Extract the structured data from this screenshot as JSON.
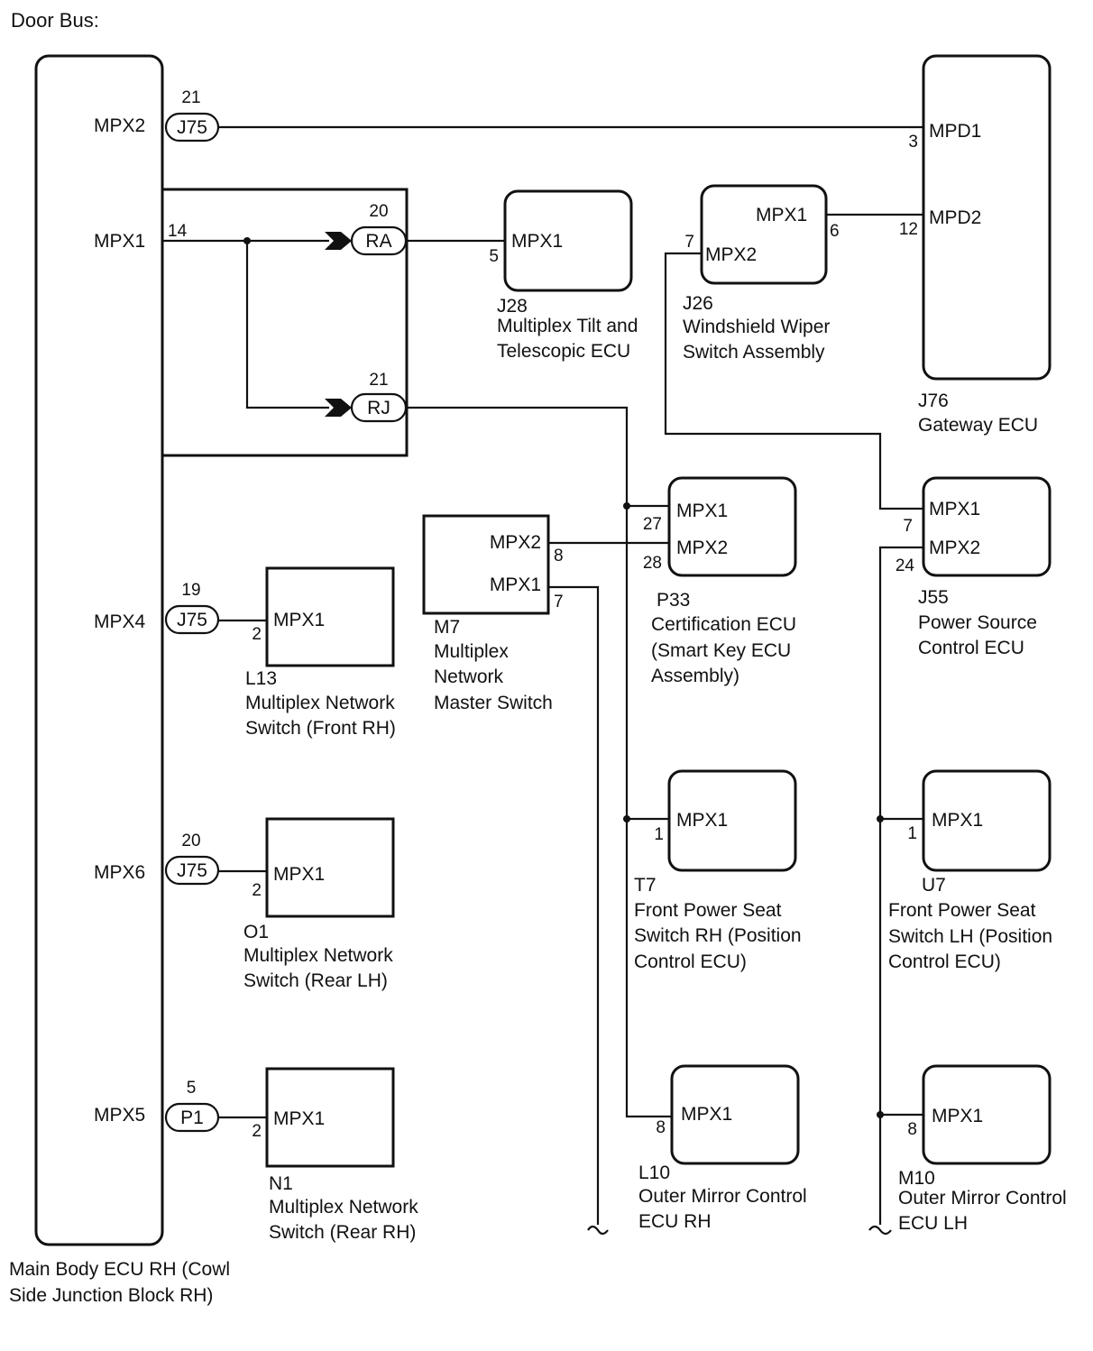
{
  "title": "Door Bus:",
  "main_ecu": {
    "name": [
      "Main Body ECU RH (Cowl",
      "Side Junction Block RH)"
    ],
    "terminals": [
      "MPX2",
      "MPX1",
      "MPX4",
      "MPX6",
      "MPX5"
    ]
  },
  "connectors": {
    "j75_a": {
      "label": "J75",
      "pin": "21"
    },
    "pin_14": "14",
    "ra": {
      "label": "RA",
      "pin": "20"
    },
    "rj": {
      "label": "RJ",
      "pin": "21"
    },
    "j75_b": {
      "label": "J75",
      "pin": "19"
    },
    "j75_c": {
      "label": "J75",
      "pin": "20"
    },
    "p1": {
      "label": "P1",
      "pin": "5"
    }
  },
  "components": {
    "j76": {
      "code": "J76",
      "name": [
        "Gateway ECU"
      ],
      "terminals": [
        "MPD1",
        "MPD2"
      ],
      "pins": [
        "3",
        "12"
      ]
    },
    "j28": {
      "code": "J28",
      "name": [
        "Multiplex Tilt and",
        "Telescopic ECU"
      ],
      "terminal": "MPX1",
      "pin": "5"
    },
    "j26": {
      "code": "J26",
      "name": [
        "Windshield Wiper",
        "Switch Assembly"
      ],
      "terminals": [
        "MPX1",
        "MPX2"
      ],
      "pins": [
        "6",
        "7"
      ]
    },
    "p33": {
      "code": "P33",
      "name": [
        "Certification ECU",
        "(Smart Key ECU",
        "Assembly)"
      ],
      "terminals": [
        "MPX1",
        "MPX2"
      ],
      "pins": [
        "27",
        "28"
      ]
    },
    "m7": {
      "code": "M7",
      "name": [
        "Multiplex",
        "Network",
        "Master Switch"
      ],
      "terminals": [
        "MPX2",
        "MPX1"
      ],
      "pins": [
        "8",
        "7"
      ]
    },
    "j55": {
      "code": "J55",
      "name": [
        "Power Source",
        "Control ECU"
      ],
      "terminals": [
        "MPX1",
        "MPX2"
      ],
      "pins": [
        "7",
        "24"
      ]
    },
    "l13": {
      "code": "L13",
      "name": [
        "Multiplex Network",
        "Switch (Front RH)"
      ],
      "terminal": "MPX1",
      "pin": "2"
    },
    "o1": {
      "code": "O1",
      "name": [
        "Multiplex Network",
        "Switch (Rear LH)"
      ],
      "terminal": "MPX1",
      "pin": "2"
    },
    "n1": {
      "code": "N1",
      "name": [
        "Multiplex Network",
        "Switch (Rear RH)"
      ],
      "terminal": "MPX1",
      "pin": "2"
    },
    "t7": {
      "code": "T7",
      "name": [
        "Front Power Seat",
        "Switch RH (Position",
        "Control ECU)"
      ],
      "terminal": "MPX1",
      "pin": "1"
    },
    "u7": {
      "code": "U7",
      "name": [
        "Front Power Seat",
        "Switch LH (Position",
        "Control ECU)"
      ],
      "terminal": "MPX1",
      "pin": "1"
    },
    "l10": {
      "code": "L10",
      "name": [
        "Outer Mirror Control",
        "ECU RH"
      ],
      "terminal": "MPX1",
      "pin": "8"
    },
    "m10": {
      "code": "M10",
      "name": [
        "Outer Mirror Control",
        "ECU LH"
      ],
      "terminal": "MPX1",
      "pin": "8"
    }
  }
}
